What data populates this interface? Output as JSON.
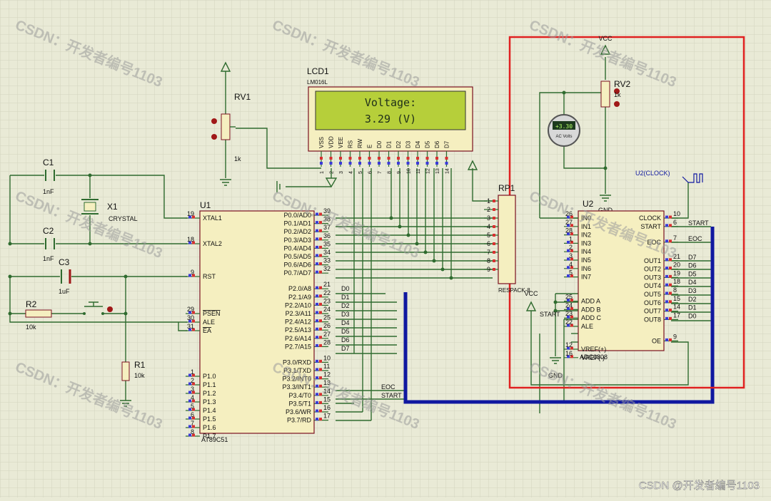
{
  "watermark": {
    "text": "CSDN：开发者编号1103",
    "corner_text": "CSDN @开发者编号1103"
  },
  "lcd": {
    "ref": "LCD1",
    "model": "LM016L",
    "line1": "Voltage:",
    "line2": "3.29 (V)",
    "pin_labels": [
      "VSS",
      "VDD",
      "VEE",
      "RS",
      "RW",
      "E",
      "D0",
      "D1",
      "D2",
      "D3",
      "D4",
      "D5",
      "D6",
      "D7"
    ],
    "pin_numbers": [
      "1",
      "2",
      "3",
      "4",
      "5",
      "6",
      "7",
      "8",
      "9",
      "10",
      "11",
      "12",
      "13",
      "14"
    ]
  },
  "rv1": {
    "ref": "RV1",
    "value": "1k"
  },
  "rv2": {
    "ref": "RV2",
    "value": "1k"
  },
  "c1": {
    "ref": "C1",
    "value": "1nF"
  },
  "c2": {
    "ref": "C2",
    "value": "1nF"
  },
  "c3": {
    "ref": "C3",
    "value": "1uF"
  },
  "x1": {
    "ref": "X1",
    "value": "CRYSTAL"
  },
  "r1": {
    "ref": "R1",
    "value": "10k"
  },
  "r2": {
    "ref": "R2",
    "value": "10k"
  },
  "u1": {
    "ref": "U1",
    "part": "AT89C51",
    "left_pins": [
      {
        "num": "19",
        "name": "XTAL1"
      },
      {
        "num": "18",
        "name": "XTAL2"
      },
      {
        "num": "9",
        "name": "RST"
      },
      {
        "num": "29",
        "name": "PSEN"
      },
      {
        "num": "30",
        "name": "ALE"
      },
      {
        "num": "31",
        "name": "EA"
      },
      {
        "num": "1",
        "name": "P1.0"
      },
      {
        "num": "2",
        "name": "P1.1"
      },
      {
        "num": "3",
        "name": "P1.2"
      },
      {
        "num": "4",
        "name": "P1.3"
      },
      {
        "num": "5",
        "name": "P1.4"
      },
      {
        "num": "6",
        "name": "P1.5"
      },
      {
        "num": "7",
        "name": "P1.6"
      },
      {
        "num": "8",
        "name": "P1.7"
      }
    ],
    "right_pins": [
      {
        "num": "39",
        "name": "P0.0/AD0"
      },
      {
        "num": "38",
        "name": "P0.1/AD1"
      },
      {
        "num": "37",
        "name": "P0.2/AD2"
      },
      {
        "num": "36",
        "name": "P0.3/AD3"
      },
      {
        "num": "35",
        "name": "P0.4/AD4"
      },
      {
        "num": "34",
        "name": "P0.5/AD5"
      },
      {
        "num": "33",
        "name": "P0.6/AD6"
      },
      {
        "num": "32",
        "name": "P0.7/AD7"
      },
      {
        "num": "21",
        "name": "P2.0/A8"
      },
      {
        "num": "22",
        "name": "P2.1/A9"
      },
      {
        "num": "23",
        "name": "P2.2/A10"
      },
      {
        "num": "24",
        "name": "P2.3/A11"
      },
      {
        "num": "25",
        "name": "P2.4/A12"
      },
      {
        "num": "26",
        "name": "P2.5/A13"
      },
      {
        "num": "27",
        "name": "P2.6/A14"
      },
      {
        "num": "28",
        "name": "P2.7/A15"
      },
      {
        "num": "10",
        "name": "P3.0/RXD"
      },
      {
        "num": "11",
        "name": "P3.1/TXD"
      },
      {
        "num": "12",
        "name": "P3.2/INT0"
      },
      {
        "num": "13",
        "name": "P3.3/INT1"
      },
      {
        "num": "14",
        "name": "P3.4/T0"
      },
      {
        "num": "15",
        "name": "P3.5/T1"
      },
      {
        "num": "16",
        "name": "P3.6/WR"
      },
      {
        "num": "17",
        "name": "P3.7/RD"
      }
    ],
    "p2_nets": [
      "D0",
      "D1",
      "D2",
      "D3",
      "D4",
      "D5",
      "D6",
      "D7"
    ],
    "p3_nets": {
      "eoc": "EOC",
      "start": "START"
    }
  },
  "rp1": {
    "ref": "RP1",
    "part": "RESPACK-8",
    "pins": [
      "1",
      "2",
      "3",
      "4",
      "5",
      "6",
      "7",
      "8",
      "9"
    ]
  },
  "u2": {
    "ref": "U2",
    "part": "ADC0808",
    "left_pins": [
      {
        "num": "26",
        "name": "IN0"
      },
      {
        "num": "27",
        "name": "IN1"
      },
      {
        "num": "28",
        "name": "IN2"
      },
      {
        "num": "1",
        "name": "IN3"
      },
      {
        "num": "2",
        "name": "IN4"
      },
      {
        "num": "3",
        "name": "IN5"
      },
      {
        "num": "4",
        "name": "IN6"
      },
      {
        "num": "5",
        "name": "IN7"
      },
      {
        "num": "25",
        "name": "ADD A"
      },
      {
        "num": "24",
        "name": "ADD B"
      },
      {
        "num": "23",
        "name": "ADD C"
      },
      {
        "num": "22",
        "name": "ALE"
      },
      {
        "num": "12",
        "name": "VREF(+)"
      },
      {
        "num": "16",
        "name": "VREF(-)"
      }
    ],
    "right_pins": [
      {
        "num": "10",
        "name": "CLOCK",
        "net": ""
      },
      {
        "num": "6",
        "name": "START",
        "net": "START"
      },
      {
        "num": "7",
        "name": "EOC",
        "net": "EOC"
      },
      {
        "num": "21",
        "name": "OUT1",
        "net": "D7"
      },
      {
        "num": "20",
        "name": "OUT2",
        "net": "D6"
      },
      {
        "num": "19",
        "name": "OUT3",
        "net": "D5"
      },
      {
        "num": "18",
        "name": "OUT4",
        "net": "D4"
      },
      {
        "num": "8",
        "name": "OUT5",
        "net": "D3"
      },
      {
        "num": "15",
        "name": "OUT6",
        "net": "D2"
      },
      {
        "num": "14",
        "name": "OUT7",
        "net": "D1"
      },
      {
        "num": "17",
        "name": "OUT8",
        "net": "D0"
      },
      {
        "num": "9",
        "name": "OE",
        "net": ""
      }
    ]
  },
  "labels": {
    "vcc": "VCC",
    "gnd": "GND",
    "clock_gen": "U2(CLOCK)",
    "start_net": "START"
  },
  "voltmeter": {
    "reading": "+3.30",
    "unit": "AC Volts"
  },
  "colors": {
    "wire": "#2f6b2f",
    "bus": "#1018a0",
    "frame": "#e02020",
    "body": "#f5efc0",
    "outline": "#7a1020",
    "lcd": "#b6cf3a"
  }
}
